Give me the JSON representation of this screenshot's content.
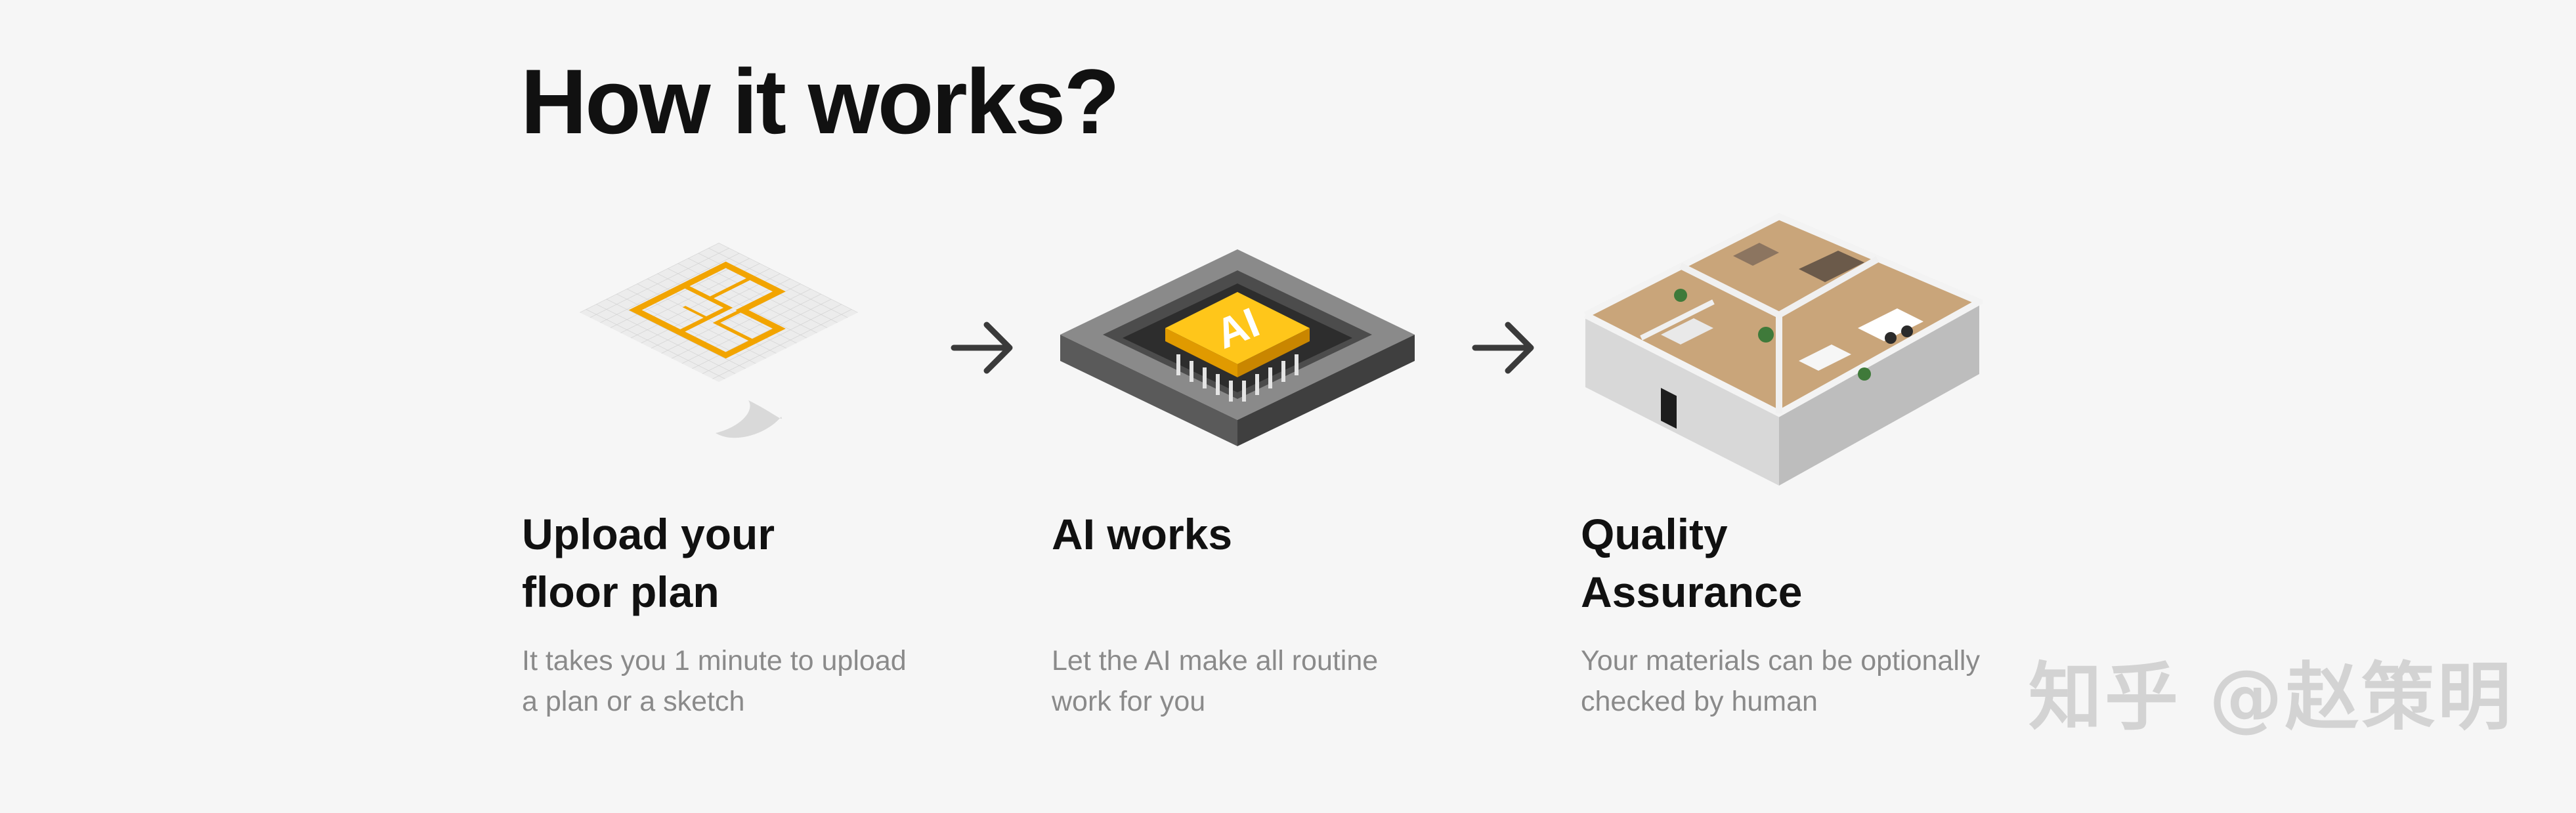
{
  "page": {
    "title": "How it works?"
  },
  "steps": [
    {
      "icon": "floor-plan-icon",
      "title_line1": "Upload your",
      "title_line2": "floor plan",
      "desc_line1": "It takes you 1 minute to upload",
      "desc_line2": "a plan or a sketch"
    },
    {
      "icon": "ai-chip-icon",
      "chip_label": "AI",
      "title_line1": "AI works",
      "title_line2": "",
      "desc_line1": "Let the AI make all routine",
      "desc_line2": "work for you"
    },
    {
      "icon": "isometric-apartment-icon",
      "title_line1": "Quality",
      "title_line2": "Assurance",
      "desc_line1": "Your materials can be optionally",
      "desc_line2": "checked by human"
    }
  ],
  "watermark": "知乎 @赵策明",
  "colors": {
    "accent": "#f2a400",
    "text": "#111111",
    "muted": "#8a8a8a",
    "background": "#f6f6f6"
  }
}
